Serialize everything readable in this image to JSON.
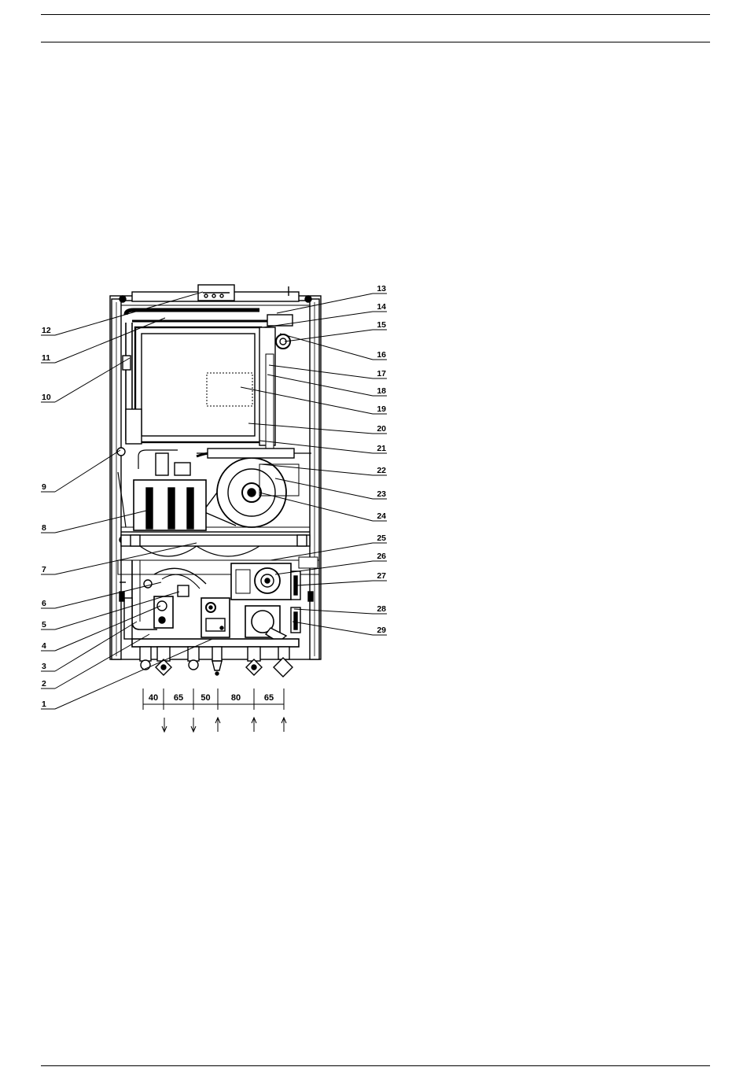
{
  "callouts": {
    "left": [
      "12",
      "11",
      "10",
      "9",
      "8",
      "7",
      "6",
      "5",
      "4",
      "3",
      "2",
      "1"
    ],
    "right": [
      "13",
      "14",
      "15",
      "16",
      "17",
      "18",
      "19",
      "20",
      "21",
      "22",
      "23",
      "24",
      "25",
      "26",
      "27",
      "28",
      "29"
    ]
  },
  "dimensions": [
    "40",
    "65",
    "50",
    "80",
    "65"
  ],
  "connections": [
    {
      "direction": "down"
    },
    {
      "direction": "down"
    },
    {
      "direction": "up"
    },
    {
      "direction": "up"
    },
    {
      "direction": "up"
    }
  ]
}
